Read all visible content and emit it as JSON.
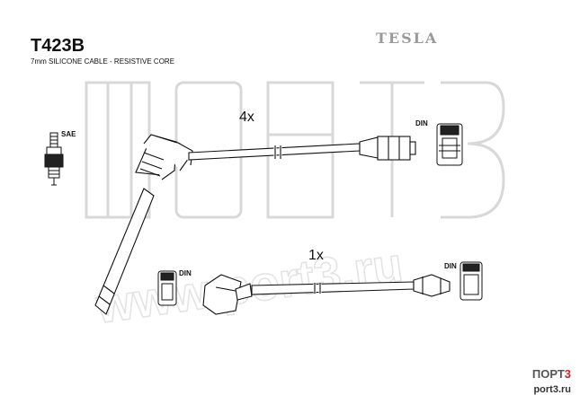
{
  "header": {
    "model": "T423B",
    "subtitle": "7mm SILICONE CABLE - RESISTIVE CORE",
    "brand": "TESLA"
  },
  "labels": {
    "qty_set": "4x",
    "qty_single": "1x",
    "sae": "SAE",
    "din": "DIN"
  },
  "watermark": {
    "big": "ПОРТ3",
    "diagonal": "www.port3.ru",
    "logo_text": "ПОРТ",
    "logo_num": "3",
    "logo_url": "port3.ru"
  }
}
